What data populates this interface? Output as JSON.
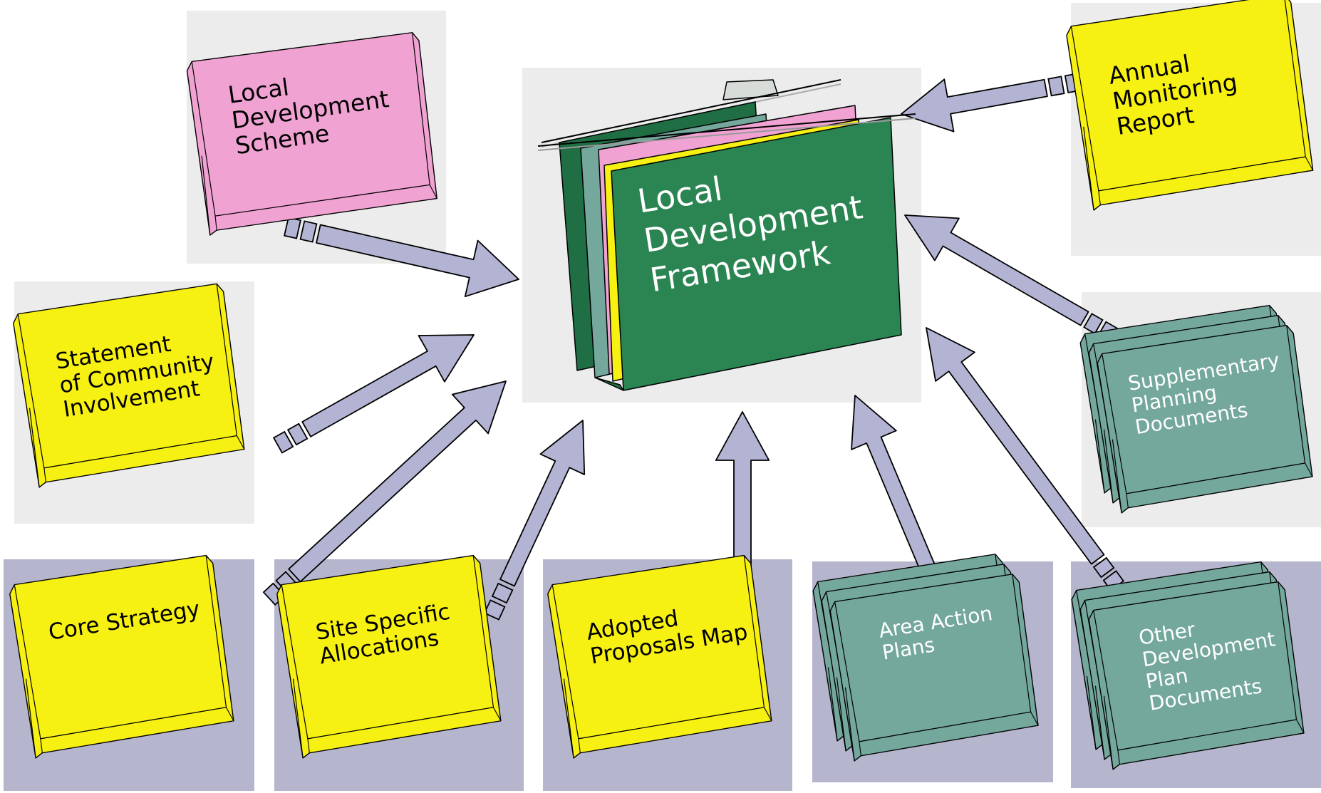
{
  "center": {
    "title": [
      "Local",
      "Development",
      "Framework"
    ]
  },
  "documents": {
    "lds": {
      "lines": [
        "Local",
        "Development",
        "Scheme"
      ]
    },
    "amr": {
      "lines": [
        "Annual",
        "Monitoring",
        "Report"
      ]
    },
    "sci": {
      "lines": [
        "Statement",
        "of Community",
        "Involvement"
      ]
    },
    "spd": {
      "lines": [
        "Supplementary",
        "Planning",
        "Documents"
      ]
    },
    "core": {
      "lines": [
        "Core Strategy"
      ]
    },
    "ssa": {
      "lines": [
        "Site Specific",
        "Allocations"
      ]
    },
    "apm": {
      "lines": [
        "Adopted",
        "Proposals Map"
      ]
    },
    "aap": {
      "lines": [
        "Area Action",
        "Plans"
      ]
    },
    "odpd": {
      "lines": [
        "Other",
        "Development",
        "Plan",
        "Documents"
      ]
    }
  },
  "colors": {
    "yellow": "#f7f013",
    "pink": "#f0a2d2",
    "dark_green": "#2b8552",
    "teal": "#74a89c",
    "arrow": "#b3b3d3",
    "panel_gray": "#ececec",
    "panel_blue": "#b5b5cd"
  }
}
